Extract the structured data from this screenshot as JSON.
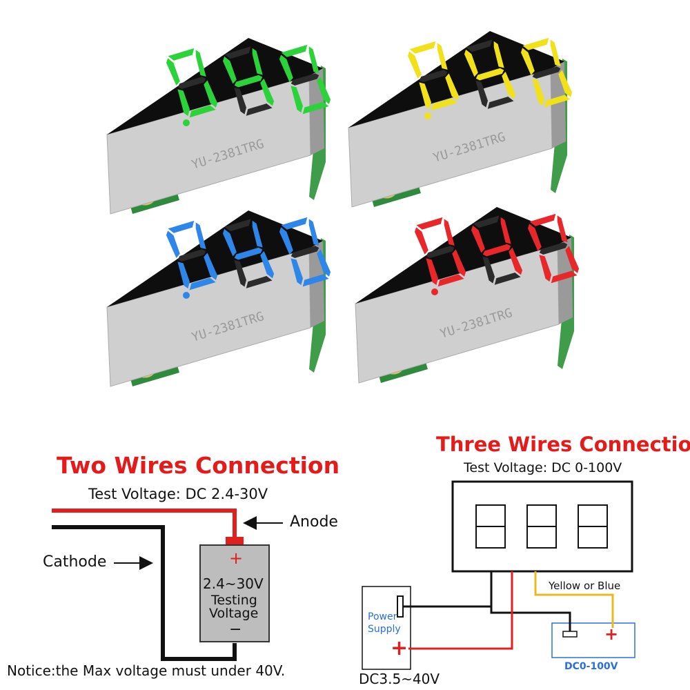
{
  "modules": [
    {
      "color": "#2bd23a",
      "reading": "0.40",
      "marking": "YU-2381TRG"
    },
    {
      "color": "#f1e11a",
      "reading": "0.40",
      "marking": "YU-2381TRG"
    },
    {
      "color": "#2e86e8",
      "reading": "0.40",
      "marking": "YU-2381TRG"
    },
    {
      "color": "#e8272b",
      "reading": "0.40",
      "marking": "YU-2381TRG"
    }
  ],
  "two_wires": {
    "title": "Two Wires Connection",
    "test_voltage": "Test Voltage: DC 2.4-30V",
    "anode_label": "Anode",
    "cathode_label": "Cathode",
    "plus_sign": "+",
    "battery_voltage": "2.4~30V",
    "battery_text1": "Testing",
    "battery_text2": "Voltage",
    "minus_sign": "−",
    "notice": "Notice:the Max voltage must under 40V."
  },
  "three_wires": {
    "title": "Three Wires Connection",
    "test_voltage": "Test Voltage: DC 0-100V",
    "yellow_or_blue": "Yellow or Blue",
    "power_supply_line1": "Power",
    "power_supply_line2": "Supply",
    "power_range": "DC3.5~40V",
    "plus_sign": "+",
    "minus_sign": "−",
    "load_range": "DC0-100V"
  },
  "colors": {
    "title_red": "#e31b1b",
    "wire_red": "#e01f1f",
    "wire_black": "#111111",
    "wire_yellow": "#e8b821",
    "blue_text": "#2a6fd6"
  }
}
